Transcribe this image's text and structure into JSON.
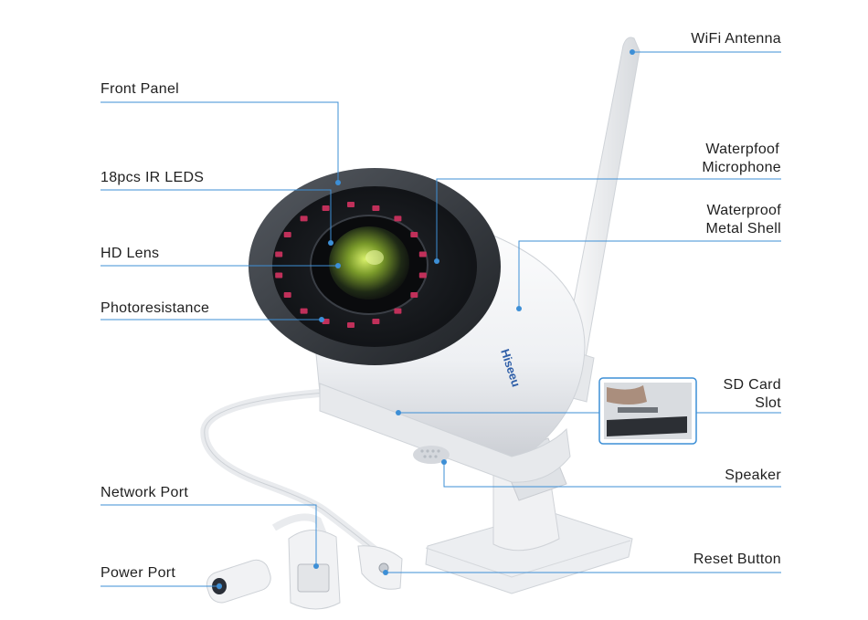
{
  "diagram": {
    "labels": {
      "front_panel": "Front Panel",
      "ir_leds": "18pcs IR LEDS",
      "hd_lens": "HD Lens",
      "photoresistance": "Photoresistance",
      "network_port": "Network Port",
      "power_port": "Power Port",
      "wifi_antenna": "WiFi Antenna",
      "microphone_line1": "Waterpfoof",
      "microphone_line2": "Microphone",
      "shell_line1": "Waterproof",
      "shell_line2": "Metal Shell",
      "sd_line1": "SD Card",
      "sd_line2": "Slot",
      "speaker": "Speaker",
      "reset_button": "Reset Button"
    },
    "brand_logo_text": "Hiseeu",
    "colors": {
      "leader_line": "#3d8fd6",
      "ir_led": "#c0305a",
      "body": "#f2f3f5",
      "front_ring": "#2b2e33"
    }
  }
}
